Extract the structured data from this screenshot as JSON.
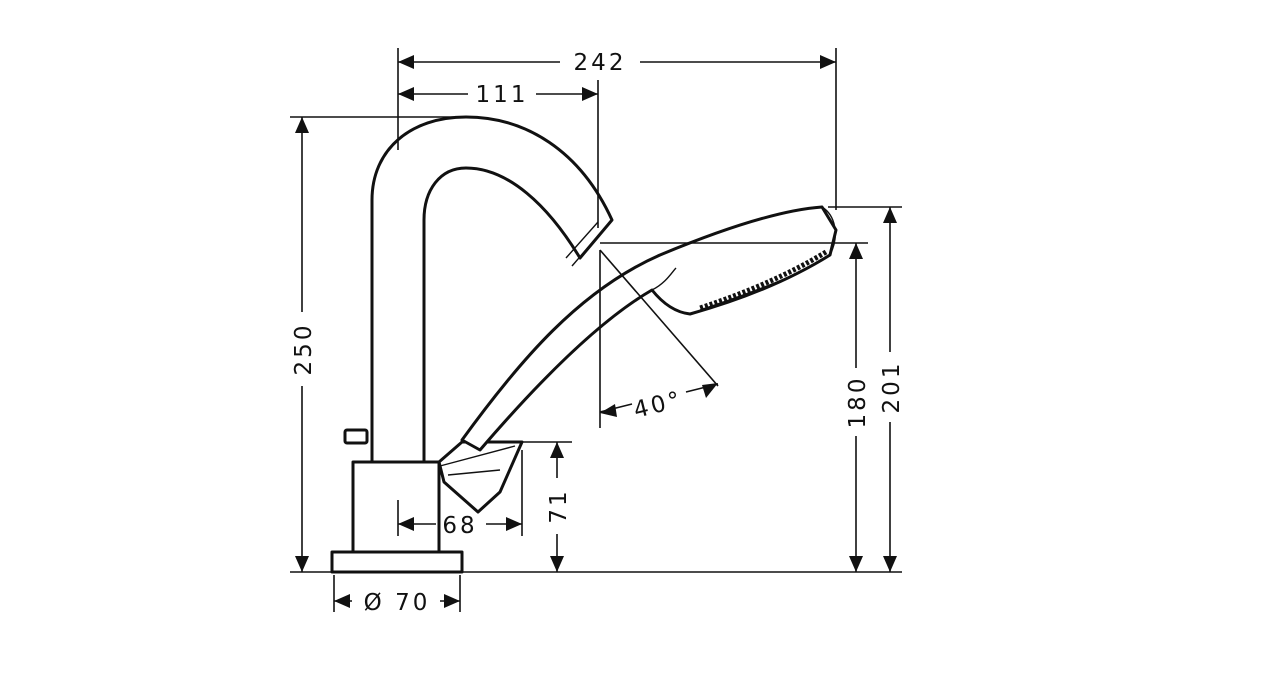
{
  "dimensions": {
    "overall_reach": "242",
    "spout_reach": "111",
    "total_height": "250",
    "handshower_holder_height": "180",
    "handshower_top_height": "201",
    "holder_height": "71",
    "holder_projection": "68",
    "base_diameter": "Ø 70",
    "handshower_angle": "40°"
  }
}
